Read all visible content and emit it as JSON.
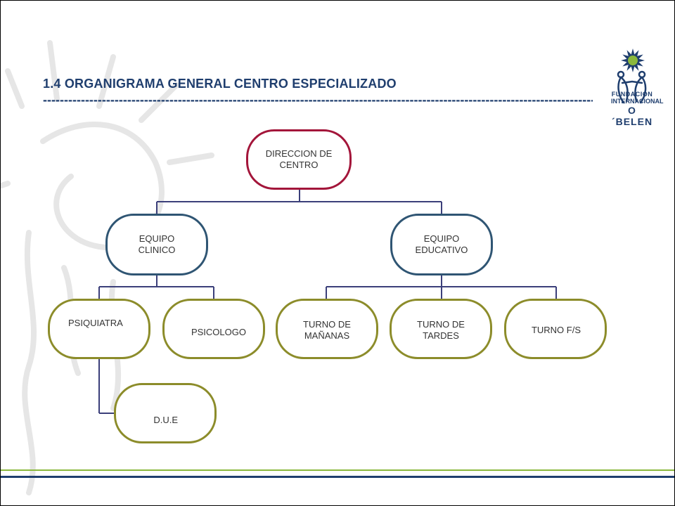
{
  "slide": {
    "title": "1.4 ORGANIGRAMA GENERAL CENTRO ESPECIALIZADO",
    "title_rule": "--------------------------------------------------------------------------------------------------------------------------------------------------"
  },
  "logo": {
    "line1": "FUNDACIÓN",
    "line2": "INTERNACIONAL",
    "line3": "O´BELEN"
  },
  "org_chart": {
    "root": {
      "label_1": "DIRECCION DE",
      "label_2": "CENTRO"
    },
    "clinico": {
      "label_1": "EQUIPO",
      "label_2": "CLINICO"
    },
    "educativo": {
      "label_1": "EQUIPO",
      "label_2": "EDUCATIVO"
    },
    "psiquiatra": {
      "label": "PSIQUIATRA"
    },
    "psicologo": {
      "label": "PSICOLOGO"
    },
    "due": {
      "label": "D.U.E"
    },
    "manana": {
      "label_1": "TURNO DE",
      "label_2": "MAÑANAS"
    },
    "tarde": {
      "label_1": "TURNO DE",
      "label_2": "TARDES"
    },
    "fs": {
      "label": "TURNO F/S"
    }
  },
  "colors": {
    "root_border": "#a3153a",
    "team_border": "#2f5573",
    "leaf_border": "#8c8c2a",
    "connector": "#3b3f7a",
    "title": "#1f3e6e"
  }
}
